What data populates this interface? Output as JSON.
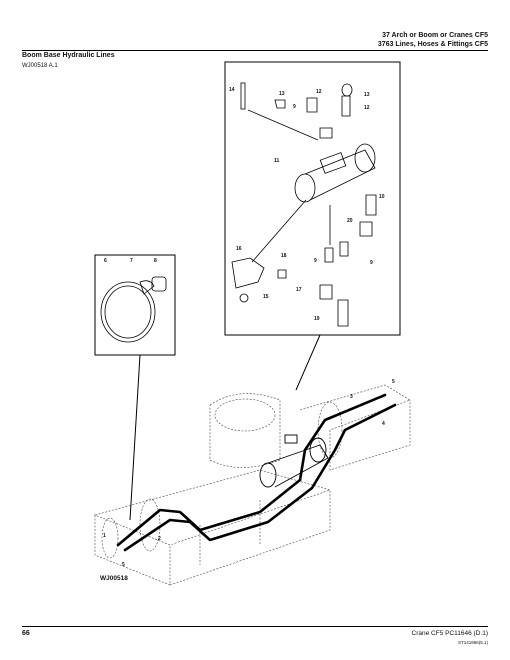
{
  "header": {
    "line1": "37 Arch or Boom or Cranes CF5",
    "line2": "3763 Lines, Hoses & Fittings CF5"
  },
  "section": {
    "title": "Boom Base Hydraulic Lines",
    "figure_ref": "WJ00518 A.1"
  },
  "diagram": {
    "figure_id": "WJ00518",
    "callouts": [
      "1",
      "2",
      "3",
      "4",
      "5",
      "6",
      "7",
      "8",
      "9",
      "10",
      "11",
      "12",
      "13",
      "14",
      "15",
      "16",
      "17",
      "18",
      "19",
      "20"
    ]
  },
  "footer": {
    "page": "66",
    "publication": "Crane CF5   PC11646   (D.1)",
    "code": "ST141866(5.1)"
  }
}
